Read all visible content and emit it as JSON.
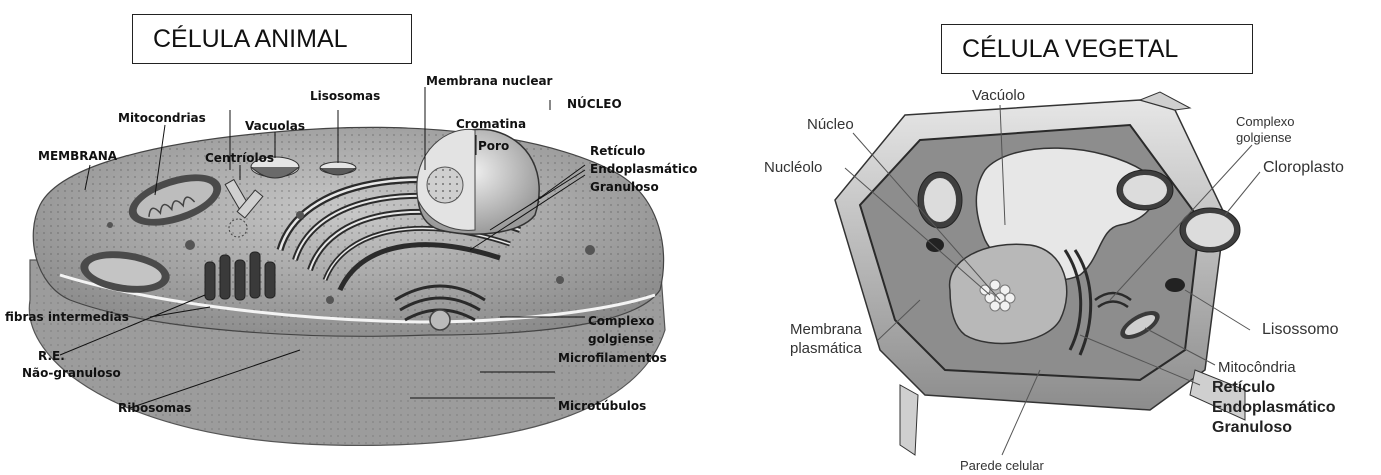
{
  "animal": {
    "title": "CÉLULA ANIMAL",
    "labels": {
      "membrana_nuclear": "Membrana nuclear",
      "nucleo": "NÚCLEO",
      "lisosomas": "Lisosomas",
      "mitocondrias": "Mitocondrias",
      "vacuolas": "Vacuolas",
      "cromatina": "Cromatina",
      "poro": "Poro",
      "membrana": "MEMBRANA",
      "centriolos": "Centríolos",
      "reticulo_1": "Retículo",
      "reticulo_2": "Endoplasmático",
      "reticulo_3": "Granuloso",
      "fibras": "fibras intermedias",
      "complexo_1": "Complexo",
      "complexo_2": "golgiense",
      "re_1": "R.E.",
      "re_2": "Não-granuloso",
      "microfilamentos": "Microfilamentos",
      "ribosomas": "Ribosomas",
      "microtubulos": "Microtúbulos"
    }
  },
  "vegetal": {
    "title": "CÉLULA VEGETAL",
    "labels": {
      "vacuolo": "Vacúolo",
      "nucleo": "Núcleo",
      "complexo_1": "Complexo",
      "complexo_2": "golgiense",
      "nucleolo": "Nucléolo",
      "cloroplasto": "Cloroplasto",
      "membrana_1": "Membrana",
      "membrana_2": "plasmática",
      "lisossomo": "Lisossomo",
      "mitocondria": "Mitocôndria",
      "reticulo_1": "Retículo",
      "reticulo_2": "Endoplasmático",
      "reticulo_3": "Granuloso",
      "parede": "Parede celular"
    }
  },
  "colors": {
    "cytoplasm": "#a9a9a9",
    "cytoplasm_dark": "#6e6e6e",
    "organelle_light": "#d8d8d8",
    "organelle_dark": "#3a3a3a",
    "wall": "#bdbdbd"
  }
}
